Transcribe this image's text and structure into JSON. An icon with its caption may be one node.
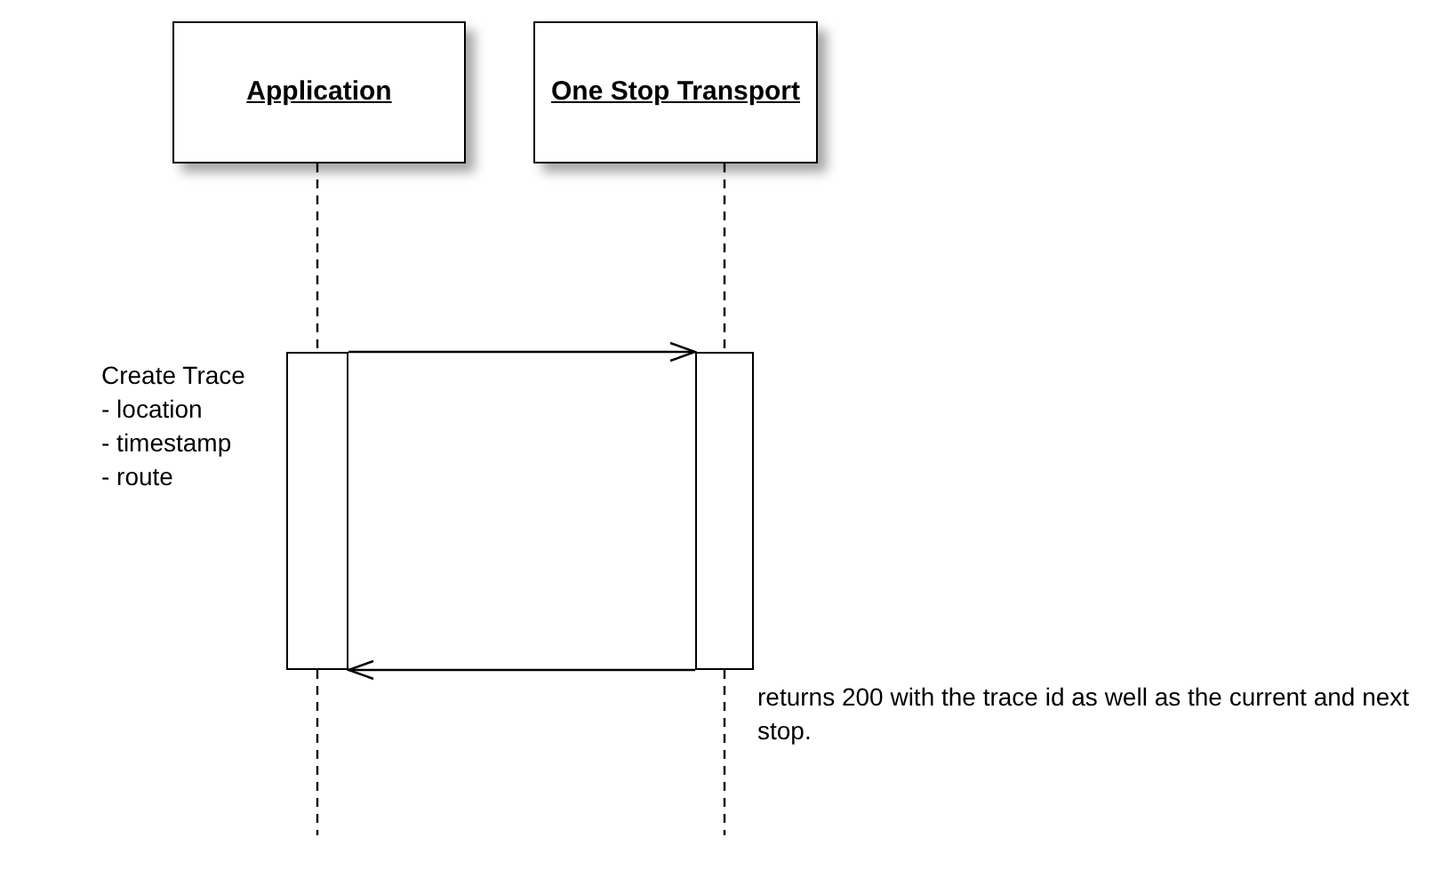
{
  "diagram": {
    "nodes": [
      {
        "text": [
          "Application"
        ]
      },
      {
        "text": [
          "One Stop Transport"
        ]
      },
      {
        "text": [],
        "shape": "bar"
      },
      {
        "text": [],
        "shape": "bar"
      }
    ],
    "edges": [
      {
        "from": 0,
        "to": 2,
        "arrow": "none",
        "style": "dashed"
      },
      {
        "from": 1,
        "to": 3,
        "arrow": "none",
        "style": "dashed"
      },
      {
        "from": 2,
        "to": null,
        "arrow": "none",
        "style": "dashed"
      },
      {
        "from": 3,
        "to": null,
        "arrow": "none",
        "style": "dashed"
      },
      {
        "from": 2,
        "to": 3,
        "arrow": "to",
        "label": "Create Trace - location - timestamp - route"
      },
      {
        "from": 3,
        "to": 2,
        "arrow": "to",
        "label": "returns 200 with the trace id as well as the current and next stop."
      }
    ]
  }
}
